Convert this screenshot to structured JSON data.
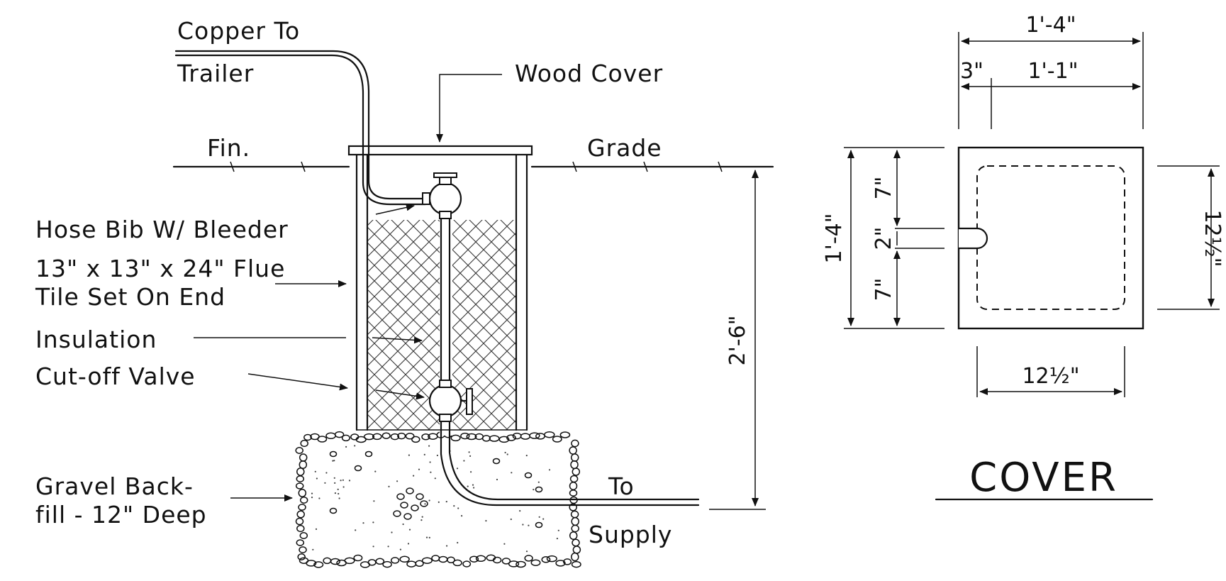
{
  "labels": {
    "copper_line1": "Copper To",
    "copper_line2": "Trailer",
    "wood_cover": "Wood Cover",
    "fin": "Fin.",
    "grade": "Grade",
    "hose_bib": "Hose Bib W/ Bleeder",
    "flue_line1": "13\" x 13\" x 24\" Flue",
    "flue_line2": "Tile Set On End",
    "insulation": "Insulation",
    "cutoff": "Cut-off Valve",
    "gravel_line1": "Gravel Back-",
    "gravel_line2": "fill - 12\" Deep",
    "to": "To",
    "supply": "Supply",
    "depth": "2'-6\""
  },
  "cover_detail": {
    "title": "COVER",
    "overall_width": "1'-4\"",
    "lip": "3\"",
    "inner_width": "1'-1\"",
    "overall_height": "1'-4\"",
    "seg_top": "7\"",
    "seg_mid": "2\"",
    "seg_bottom": "7\"",
    "right_height": "12½\"",
    "bottom_width": "12½\""
  }
}
